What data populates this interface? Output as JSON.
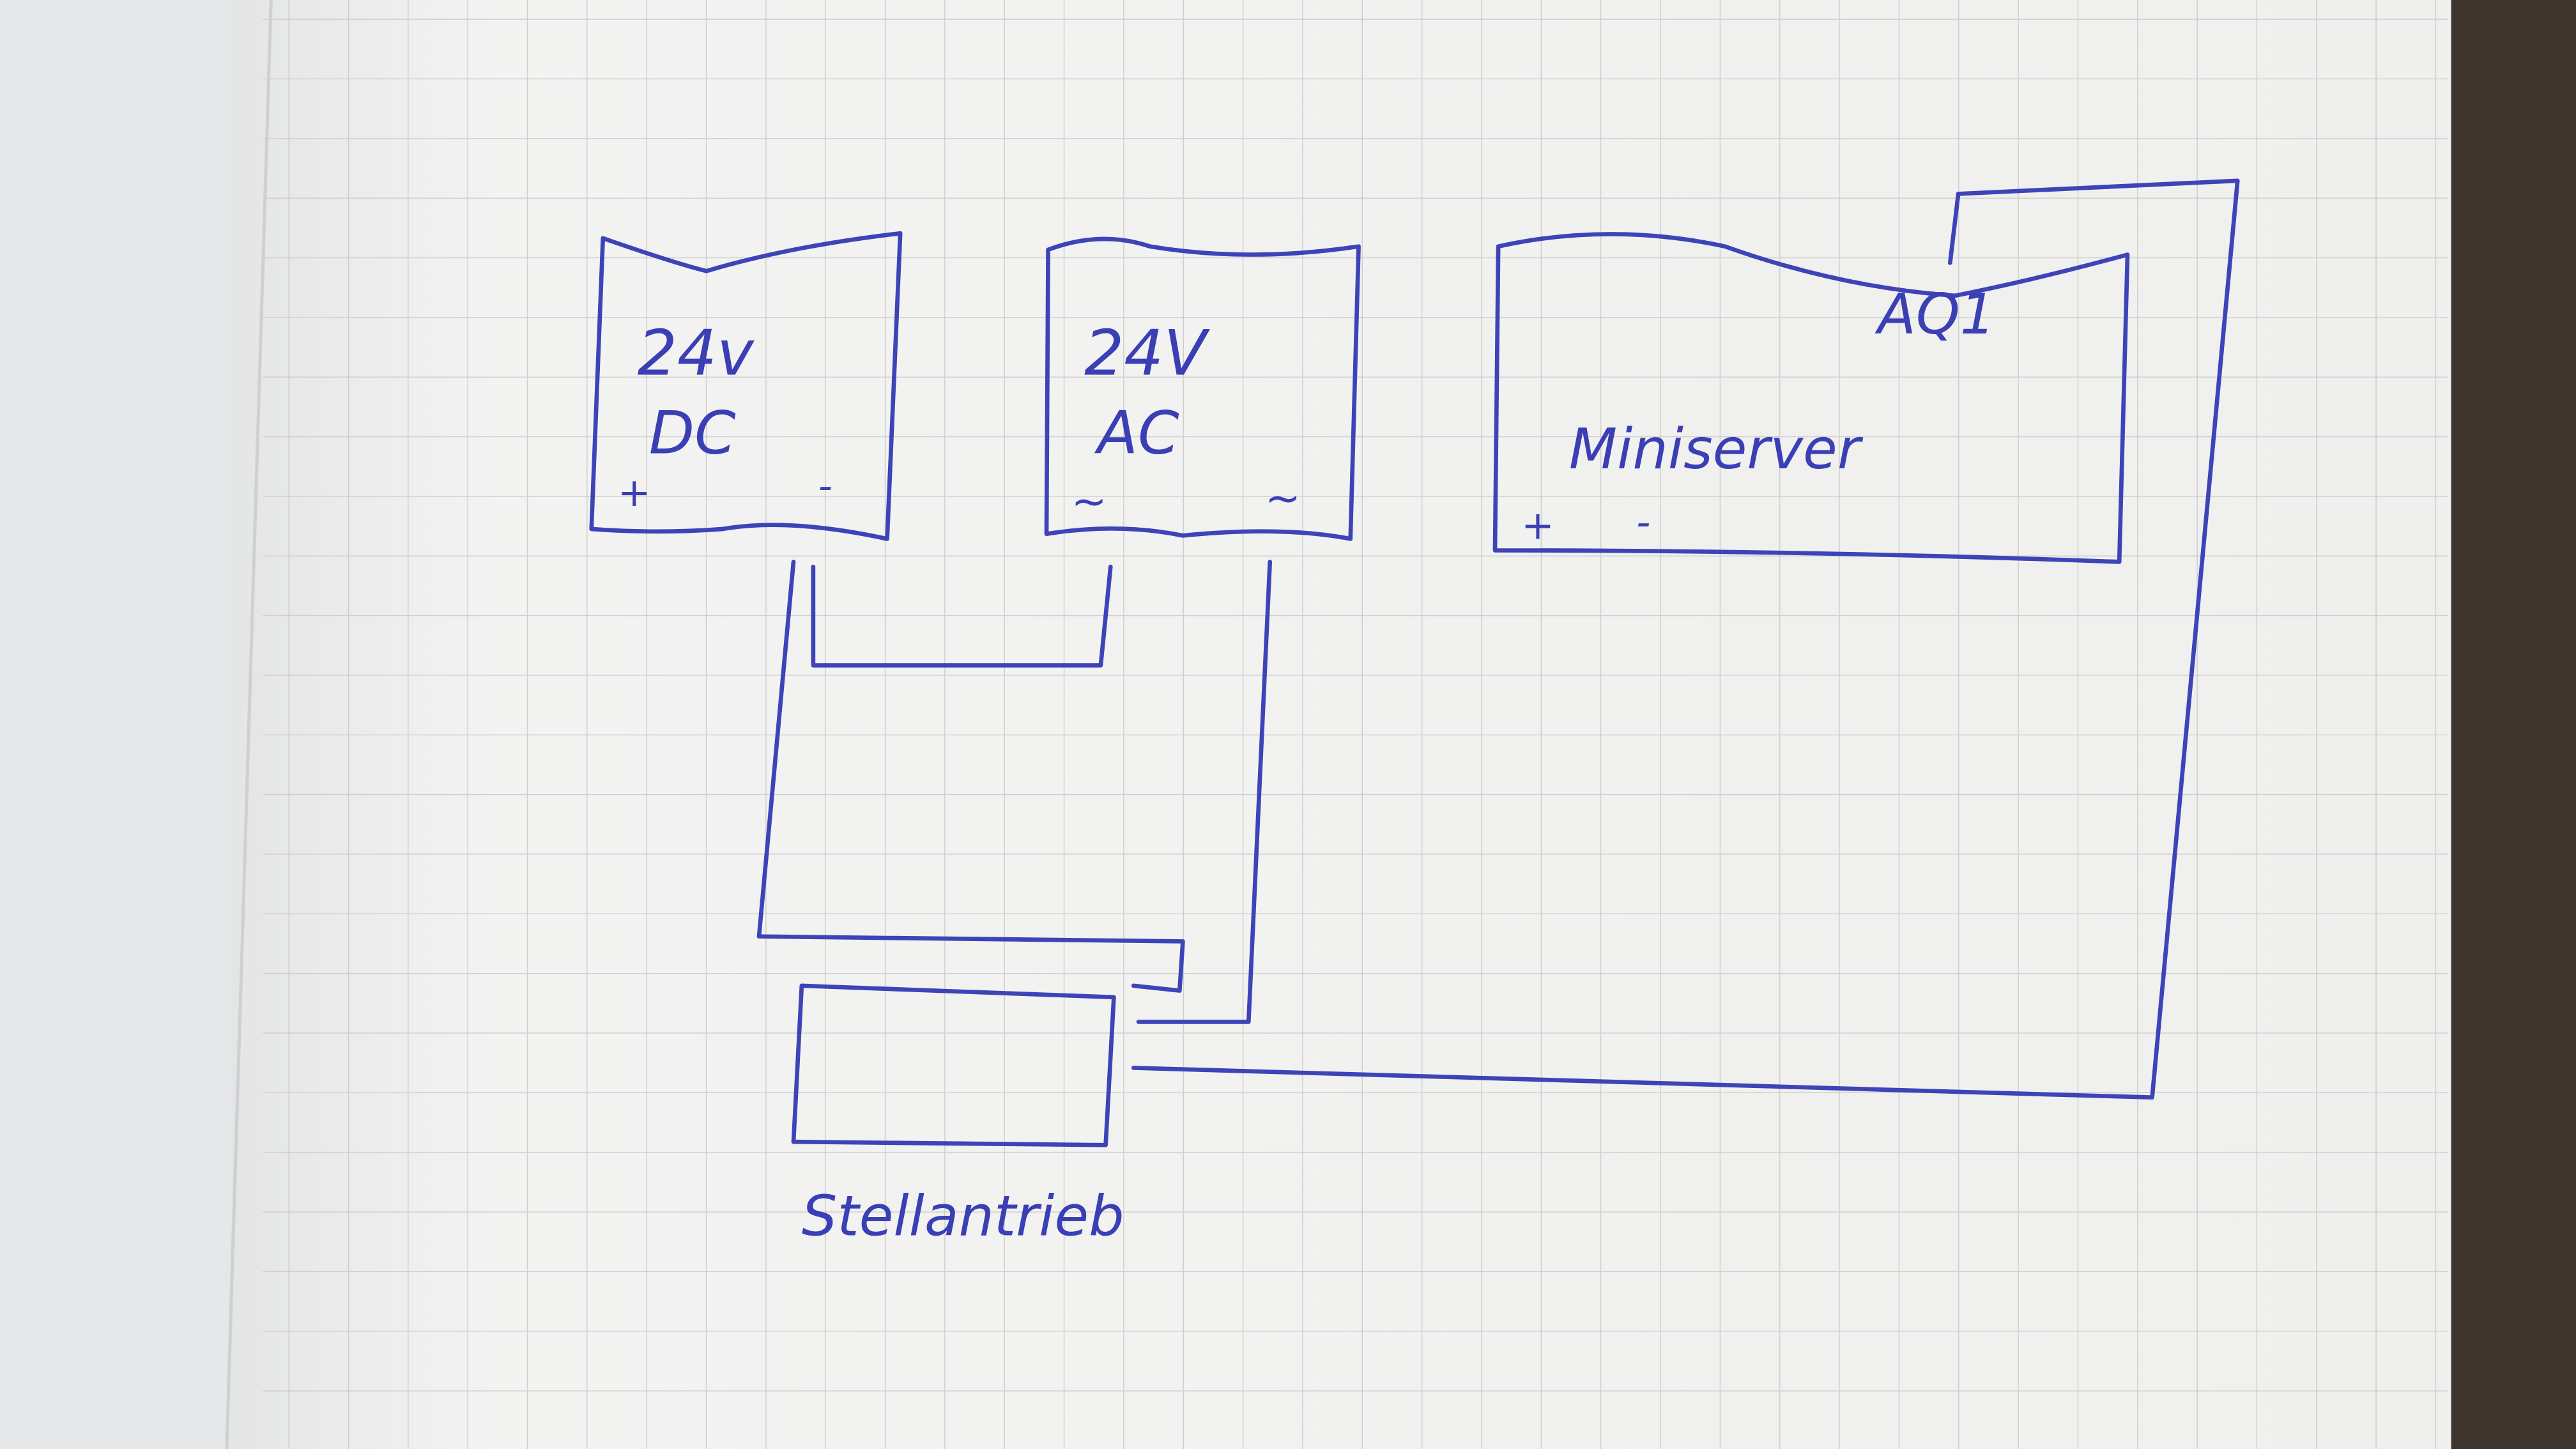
{
  "diagram": {
    "power_dc": {
      "line1": "24v",
      "line2": "DC",
      "plus": "+",
      "minus": "-"
    },
    "power_ac": {
      "line1": "24V",
      "line2": "AC",
      "term1": "~",
      "term2": "~"
    },
    "miniserver": {
      "label": "Miniserver",
      "output": "AQ1",
      "plus": "+",
      "minus": "-"
    },
    "actuator": {
      "label": "Stellantrieb"
    }
  },
  "colors": {
    "ink": "#3e43b8",
    "paper": "#f2f2f0",
    "grid": "#c9c9c9"
  }
}
